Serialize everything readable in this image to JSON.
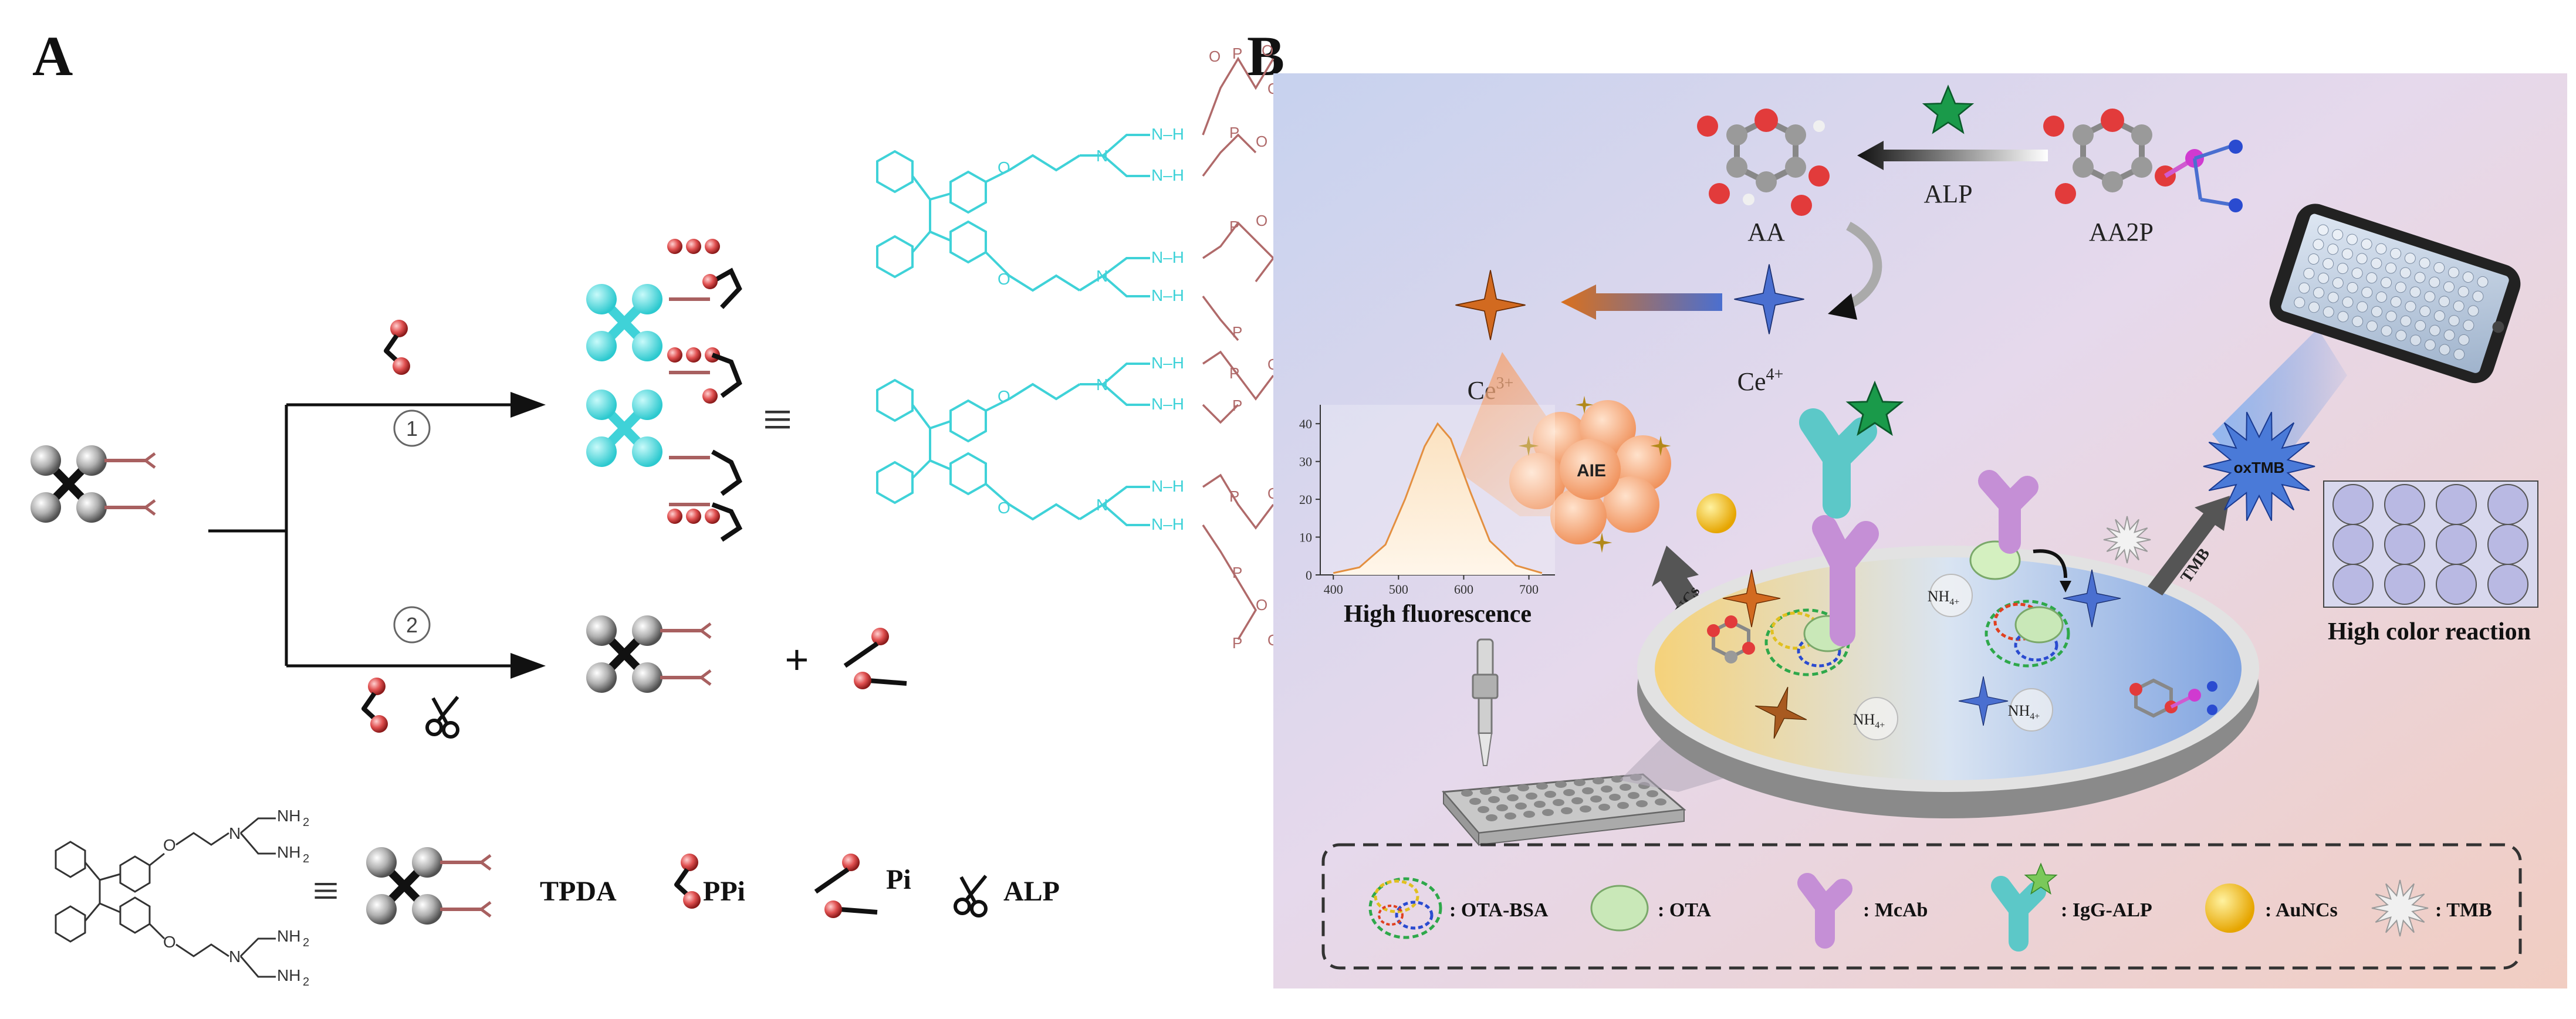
{
  "panels": {
    "a_label": "A",
    "b_label": "B"
  },
  "panel_a": {
    "step1": "1",
    "step2": "2",
    "plus": "+",
    "nh": "N",
    "nh_h": "N–H",
    "nh2": "NH",
    "nh2_sub": "2",
    "o": "O",
    "p": "P",
    "equiv": "≡",
    "legend": {
      "tpda": "TPDA",
      "ppi": "PPi",
      "pi": "Pi",
      "alp": "ALP"
    }
  },
  "panel_b": {
    "aa": "AA",
    "aa2p": "AA2P",
    "alp": "ALP",
    "ce3": "Ce",
    "ce3_sup": "3+",
    "ce4": "Ce",
    "ce4_sup": "4+",
    "aie": "AIE",
    "aunc_arrow": "AuNCs",
    "tmb_arrow": "TMB",
    "oxtmb": "oxTMB",
    "nh4": "NH",
    "nh4_sup": "4+",
    "high_fluorescence": "High fluorescence",
    "high_color": "High color reaction",
    "legend": {
      "ota_bsa": ": OTA-BSA",
      "ota": ": OTA",
      "mcab": ": McAb",
      "igg_alp": ": IgG-ALP",
      "auncs": ": AuNCs",
      "tmb": ": TMB"
    }
  },
  "spectrum": {
    "x_ticks": [
      "400",
      "500",
      "600",
      "700"
    ],
    "y_ticks": [
      "0",
      "10",
      "20",
      "30",
      "40"
    ],
    "x": [
      400,
      440,
      480,
      510,
      540,
      560,
      580,
      610,
      640,
      680,
      720
    ],
    "y": [
      0.5,
      2,
      8,
      20,
      34,
      40,
      36,
      22,
      9,
      2.5,
      0.5
    ],
    "xlim": [
      380,
      740
    ],
    "ylim": [
      0,
      45
    ]
  },
  "colors": {
    "cyan": "#44d8dc",
    "maroon": "#b06a6a",
    "red_ball": "#d84a4a",
    "ce_blue": "#4a6fd0",
    "ce_orange": "#d26a20",
    "aie_orange": "#f2a77a",
    "mcab_purple": "#c58fd6",
    "igg_teal": "#5cc8c8",
    "star_green": "#1a9a4a",
    "au_gold": "#f5c020"
  }
}
